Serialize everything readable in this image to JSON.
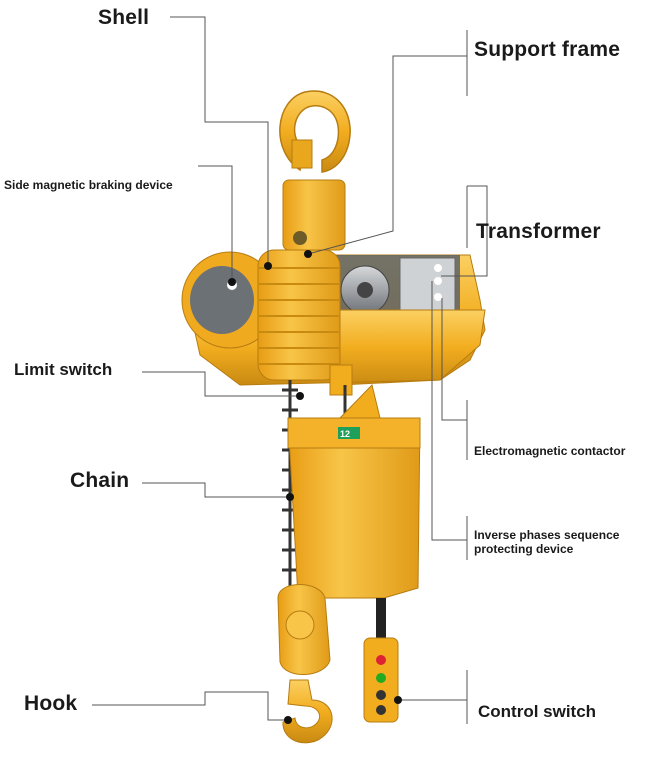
{
  "labels": {
    "shell": "Shell",
    "support_frame": "Support frame",
    "side_braking": "Side magnetic braking device",
    "transformer": "Transformer",
    "limit_switch": "Limit switch",
    "contactor": "Electromagnetic contactor",
    "chain": "Chain",
    "inverse_line1": "Inverse phases sequence",
    "inverse_line2": "protecting device",
    "hook": "Hook",
    "control_switch": "Control switch"
  },
  "product": {
    "block_tag": "12"
  },
  "colors": {
    "body": "#f2ad1f",
    "body_light": "#f8c548",
    "body_dark": "#c98a12",
    "steel": "#8a8f94",
    "leader": "#555555"
  }
}
